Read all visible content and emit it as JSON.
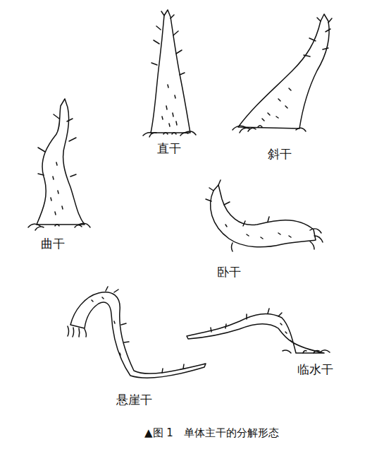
{
  "diagram": {
    "caption": "▲图 1　单体主干的分解形态",
    "labels": [
      "直干",
      "斜干",
      "曲干",
      "卧干",
      "临水干",
      "悬崖干"
    ]
  }
}
